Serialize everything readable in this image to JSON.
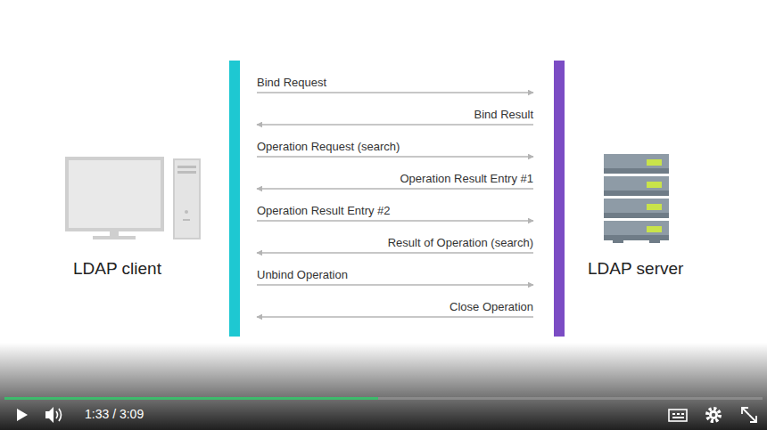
{
  "diagram": {
    "nodes": [
      {
        "text": [
          "LDAP client"
        ]
      },
      {
        "text": [
          "LDAP server"
        ]
      }
    ],
    "edges": [
      {
        "from": 0,
        "to": 1,
        "arrow": "to",
        "label": "Bind Request"
      },
      {
        "from": 1,
        "to": 0,
        "arrow": "to",
        "label": "Bind Result"
      },
      {
        "from": 0,
        "to": 1,
        "arrow": "to",
        "label": "Operation Request (search)"
      },
      {
        "from": 1,
        "to": 0,
        "arrow": "to",
        "label": "Operation Result Entry #1"
      },
      {
        "from": 0,
        "to": 1,
        "arrow": "to",
        "label": "Operation Result Entry #2"
      },
      {
        "from": 1,
        "to": 0,
        "arrow": "to",
        "label": "Result of Operation (search)"
      },
      {
        "from": 0,
        "to": 1,
        "arrow": "to",
        "label": "Unbind Operation"
      },
      {
        "from": 1,
        "to": 0,
        "arrow": "to",
        "label": "Close Operation"
      }
    ],
    "labels": [
      "1:33 / 3:09"
    ]
  }
}
